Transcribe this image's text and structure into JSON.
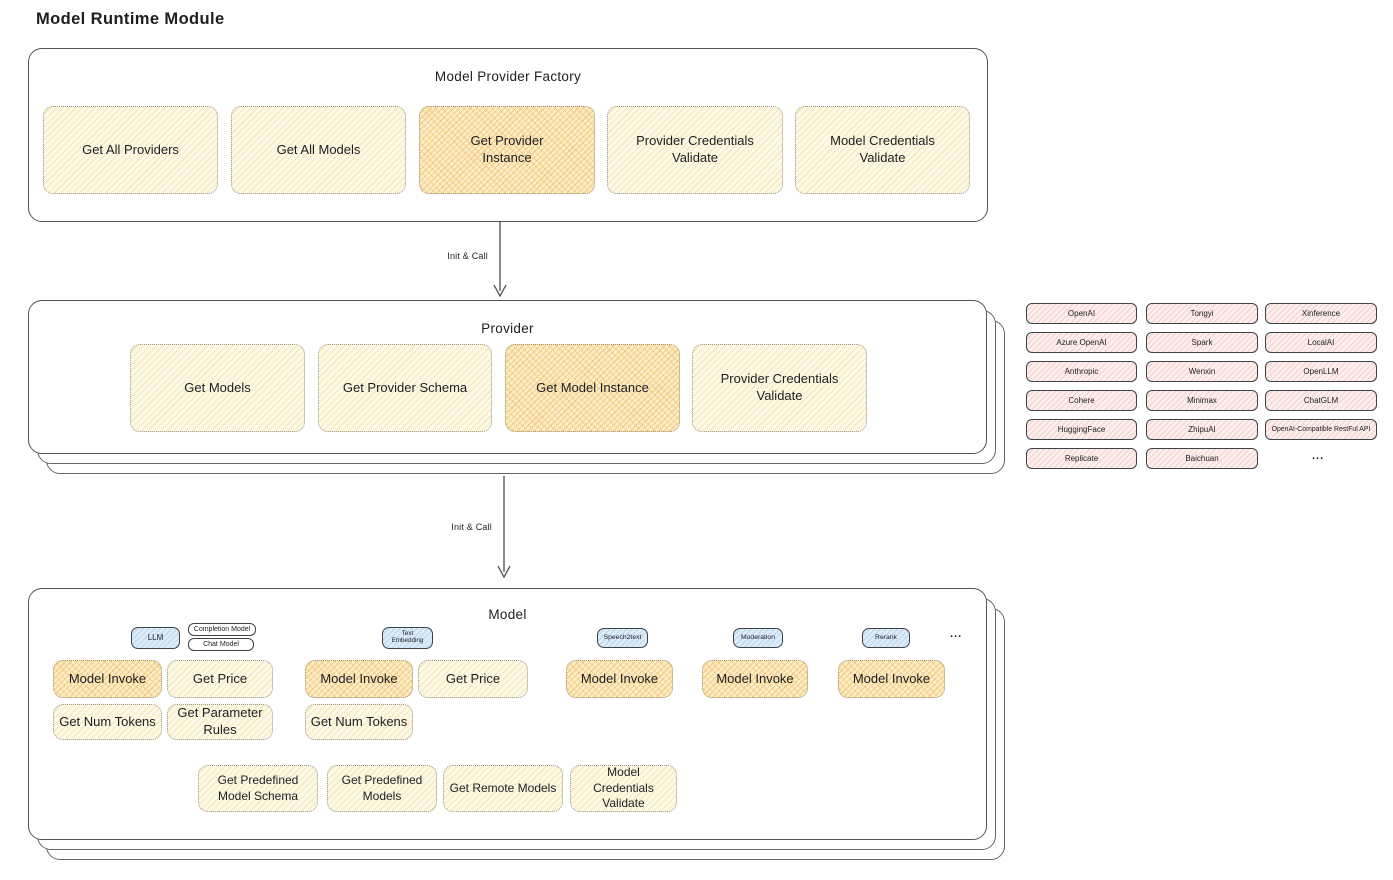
{
  "page_title": "Model Runtime Module",
  "factory": {
    "title": "Model Provider Factory",
    "boxes": [
      {
        "label": "Get All Providers"
      },
      {
        "label": "Get All Models"
      },
      {
        "label": "Get Provider Instance"
      },
      {
        "label": "Provider Credentials Validate"
      },
      {
        "label": "Model Credentials Validate"
      }
    ]
  },
  "arrow1": {
    "label": "Init & Call"
  },
  "arrow2": {
    "label": "Init & Call"
  },
  "provider": {
    "title": "Provider",
    "boxes": [
      {
        "label": "Get Models"
      },
      {
        "label": "Get Provider Schema"
      },
      {
        "label": "Get Model Instance"
      },
      {
        "label": "Provider Credentials Validate"
      }
    ]
  },
  "providers": {
    "col1": [
      "OpenAI",
      "Azure OpenAI",
      "Anthropic",
      "Cohere",
      "HuggingFace",
      "Replicate"
    ],
    "col2": [
      "Tongyi",
      "Spark",
      "Wenxin",
      "Minimax",
      "ZhipuAI",
      "Baichuan"
    ],
    "col3": [
      "Xinference",
      "LocalAI",
      "OpenLLM",
      "ChatGLM",
      "OpenAI-Compatible RestFul API"
    ],
    "more": "..."
  },
  "model": {
    "title": "Model",
    "tabs": {
      "llm": "LLM",
      "completion": "Completion Model",
      "chat": "Chat Model",
      "text_embedding": "Text Embedding",
      "speech2text": "Speech2text",
      "moderation": "Moderation",
      "rerank": "Rerank",
      "more": "..."
    },
    "functions": {
      "llm": [
        "Model Invoke",
        "Get Price",
        "Get Num Tokens",
        "Get Parameter Rules"
      ],
      "text_embedding": [
        "Model Invoke",
        "Get Price",
        "Get Num Tokens"
      ],
      "speech2text": [
        "Model Invoke"
      ],
      "moderation": [
        "Model Invoke"
      ],
      "rerank": [
        "Model Invoke"
      ]
    },
    "bottom": [
      "Get Predefined Model Schema",
      "Get Predefined Models",
      "Get Remote Models",
      "Model Credentials Validate"
    ]
  },
  "colors": {
    "highlight_hatch": "#f1a634",
    "yellow_hatch": "#f3ce6e",
    "pink_hatch": "#e4948a",
    "blue_hatch": "#7daad7",
    "stroke": "#3e4146"
  }
}
